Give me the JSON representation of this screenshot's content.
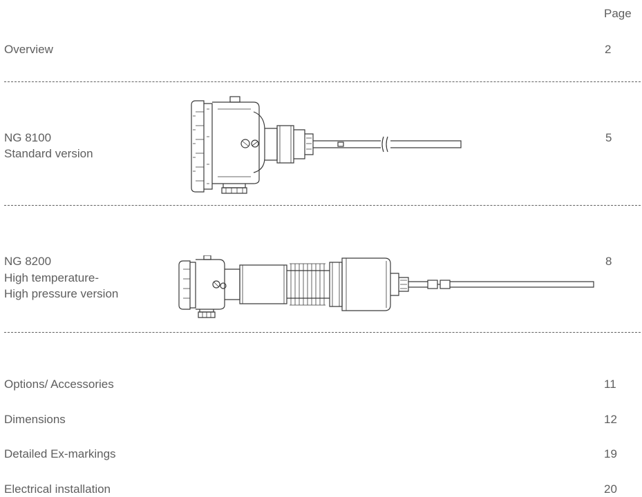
{
  "header": {
    "page_label": "Page"
  },
  "entries": [
    {
      "title": "Overview",
      "page": "2"
    },
    {
      "title_line1": "NG 8100",
      "title_line2": "Standard version",
      "page": "5"
    },
    {
      "title_line1": "NG 8200",
      "title_line2": "High temperature-",
      "title_line3": "High pressure version",
      "page": "8"
    },
    {
      "title": "Options/ Accessories",
      "page": "11"
    },
    {
      "title": "Dimensions",
      "page": "12"
    },
    {
      "title": "Detailed Ex-markings",
      "page": "19"
    },
    {
      "title": "Electrical installation",
      "page": "20"
    }
  ]
}
